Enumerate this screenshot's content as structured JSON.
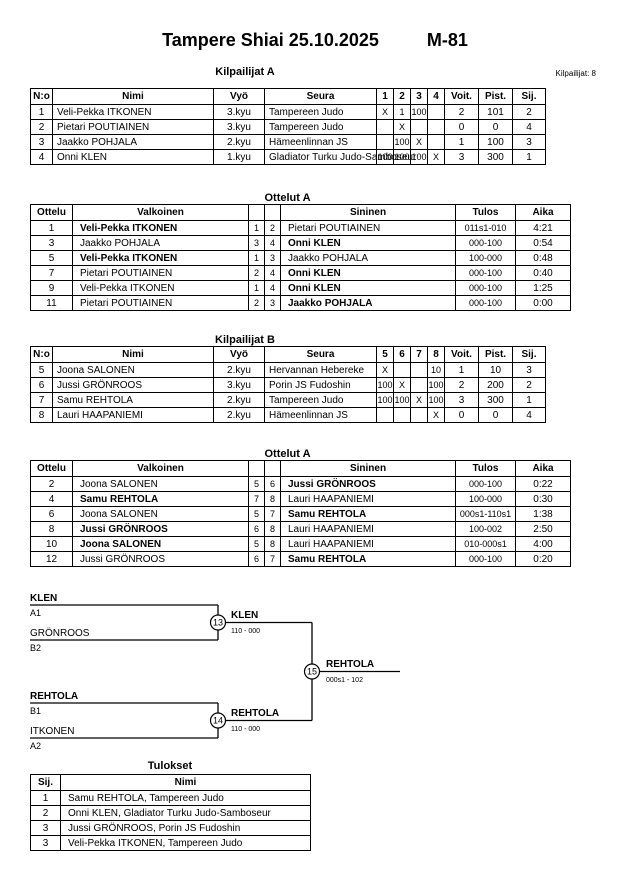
{
  "page": {
    "title": "Tampere Shiai  25.10.2025",
    "category": "M-81",
    "competitors_label": "Kilpailijat: 8"
  },
  "pool_a": {
    "heading": "Kilpailijat A",
    "headers": [
      "N:o",
      "Nimi",
      "Vyö",
      "Seura",
      "1",
      "2",
      "3",
      "4",
      "Voit.",
      "Pist.",
      "Sij."
    ],
    "rows": [
      {
        "no": "1",
        "name": "Veli-Pekka ITKONEN",
        "belt": "3.kyu",
        "club": "Tampereen Judo",
        "r1": "X",
        "r2": "1",
        "r3": "100",
        "r4": "",
        "voit": "2",
        "pist": "101",
        "sij": "2"
      },
      {
        "no": "2",
        "name": "Pietari POUTIAINEN",
        "belt": "3.kyu",
        "club": "Tampereen Judo",
        "r1": "",
        "r2": "X",
        "r3": "",
        "r4": "",
        "voit": "0",
        "pist": "0",
        "sij": "4"
      },
      {
        "no": "3",
        "name": "Jaakko POHJALA",
        "belt": "2.kyu",
        "club": "Hämeenlinnan JS",
        "r1": "",
        "r2": "100",
        "r3": "X",
        "r4": "",
        "voit": "1",
        "pist": "100",
        "sij": "3"
      },
      {
        "no": "4",
        "name": "Onni KLEN",
        "belt": "1.kyu",
        "club": "Gladiator Turku Judo-Samboseur",
        "r1": "100",
        "r2": "100",
        "r3": "100",
        "r4": "X",
        "voit": "3",
        "pist": "300",
        "sij": "1"
      }
    ]
  },
  "matches_a": {
    "heading": "Ottelut A",
    "headers": [
      "Ottelu",
      "Valkoinen",
      "",
      "",
      "Sininen",
      "Tulos",
      "Aika"
    ],
    "rows": [
      {
        "no": "1",
        "white": "Veli-Pekka ITKONEN",
        "white_bold": true,
        "white_no": "1",
        "blue_no": "2",
        "blue": "Pietari POUTIAINEN",
        "blue_bold": false,
        "result": "011s1-010",
        "time": "4:21"
      },
      {
        "no": "3",
        "white": "Jaakko POHJALA",
        "white_bold": false,
        "white_no": "3",
        "blue_no": "4",
        "blue": "Onni KLEN",
        "blue_bold": true,
        "result": "000-100",
        "time": "0:54"
      },
      {
        "no": "5",
        "white": "Veli-Pekka ITKONEN",
        "white_bold": true,
        "white_no": "1",
        "blue_no": "3",
        "blue": "Jaakko POHJALA",
        "blue_bold": false,
        "result": "100-000",
        "time": "0:48"
      },
      {
        "no": "7",
        "white": "Pietari POUTIAINEN",
        "white_bold": false,
        "white_no": "2",
        "blue_no": "4",
        "blue": "Onni KLEN",
        "blue_bold": true,
        "result": "000-100",
        "time": "0:40"
      },
      {
        "no": "9",
        "white": "Veli-Pekka ITKONEN",
        "white_bold": false,
        "white_no": "1",
        "blue_no": "4",
        "blue": "Onni KLEN",
        "blue_bold": true,
        "result": "000-100",
        "time": "1:25"
      },
      {
        "no": "11",
        "white": "Pietari POUTIAINEN",
        "white_bold": false,
        "white_no": "2",
        "blue_no": "3",
        "blue": "Jaakko POHJALA",
        "blue_bold": true,
        "result": "000-100",
        "time": "0:00"
      }
    ]
  },
  "pool_b": {
    "heading": "Kilpailijat B",
    "headers": [
      "N:o",
      "Nimi",
      "Vyö",
      "Seura",
      "5",
      "6",
      "7",
      "8",
      "Voit.",
      "Pist.",
      "Sij."
    ],
    "rows": [
      {
        "no": "5",
        "name": "Joona SALONEN",
        "belt": "2.kyu",
        "club": "Hervannan Hebereke",
        "r1": "X",
        "r2": "",
        "r3": "",
        "r4": "10",
        "voit": "1",
        "pist": "10",
        "sij": "3"
      },
      {
        "no": "6",
        "name": "Jussi GRÖNROOS",
        "belt": "3.kyu",
        "club": "Porin JS Fudoshin",
        "r1": "100",
        "r2": "X",
        "r3": "",
        "r4": "100",
        "voit": "2",
        "pist": "200",
        "sij": "2"
      },
      {
        "no": "7",
        "name": "Samu REHTOLA",
        "belt": "2.kyu",
        "club": "Tampereen Judo",
        "r1": "100",
        "r2": "100",
        "r3": "X",
        "r4": "100",
        "voit": "3",
        "pist": "300",
        "sij": "1"
      },
      {
        "no": "8",
        "name": "Lauri HAAPANIEMI",
        "belt": "2.kyu",
        "club": "Hämeenlinnan JS",
        "r1": "",
        "r2": "",
        "r3": "",
        "r4": "X",
        "voit": "0",
        "pist": "0",
        "sij": "4"
      }
    ]
  },
  "matches_b": {
    "heading": "Ottelut A",
    "headers": [
      "Ottelu",
      "Valkoinen",
      "",
      "",
      "Sininen",
      "Tulos",
      "Aika"
    ],
    "rows": [
      {
        "no": "2",
        "white": "Joona SALONEN",
        "white_bold": false,
        "white_no": "5",
        "blue_no": "6",
        "blue": "Jussi GRÖNROOS",
        "blue_bold": true,
        "result": "000-100",
        "time": "0:22"
      },
      {
        "no": "4",
        "white": "Samu REHTOLA",
        "white_bold": true,
        "white_no": "7",
        "blue_no": "8",
        "blue": "Lauri HAAPANIEMI",
        "blue_bold": false,
        "result": "100-000",
        "time": "0:30"
      },
      {
        "no": "6",
        "white": "Joona SALONEN",
        "white_bold": false,
        "white_no": "5",
        "blue_no": "7",
        "blue": "Samu REHTOLA",
        "blue_bold": true,
        "result": "000s1-110s1",
        "time": "1:38"
      },
      {
        "no": "8",
        "white": "Jussi GRÖNROOS",
        "white_bold": true,
        "white_no": "6",
        "blue_no": "8",
        "blue": "Lauri HAAPANIEMI",
        "blue_bold": false,
        "result": "100-002",
        "time": "2:50"
      },
      {
        "no": "10",
        "white": "Joona SALONEN",
        "white_bold": true,
        "white_no": "5",
        "blue_no": "8",
        "blue": "Lauri HAAPANIEMI",
        "blue_bold": false,
        "result": "010-000s1",
        "time": "4:00"
      },
      {
        "no": "12",
        "white": "Jussi GRÖNROOS",
        "white_bold": false,
        "white_no": "6",
        "blue_no": "7",
        "blue": "Samu REHTOLA",
        "blue_bold": true,
        "result": "000-100",
        "time": "0:20"
      }
    ]
  },
  "bracket": {
    "entries": [
      {
        "name": "KLEN",
        "seed": "A1",
        "bold": true
      },
      {
        "name": "GRÖNROOS",
        "seed": "B2",
        "bold": false
      },
      {
        "name": "REHTOLA",
        "seed": "B1",
        "bold": true
      },
      {
        "name": "ITKONEN",
        "seed": "A2",
        "bold": false
      }
    ],
    "semifinal_1": {
      "no": "13",
      "winner": "KLEN",
      "result": "110 - 000"
    },
    "semifinal_2": {
      "no": "14",
      "winner": "REHTOLA",
      "result": "110 - 000"
    },
    "final": {
      "no": "15",
      "winner": "REHTOLA",
      "result": "000s1 - 102"
    }
  },
  "results": {
    "heading": "Tulokset",
    "headers": [
      "Sij.",
      "Nimi"
    ],
    "rows": [
      {
        "place": "1",
        "name": "Samu REHTOLA, Tampereen Judo"
      },
      {
        "place": "2",
        "name": "Onni KLEN, Gladiator Turku Judo-Samboseur"
      },
      {
        "place": "3",
        "name": "Jussi GRÖNROOS, Porin JS Fudoshin"
      },
      {
        "place": "3",
        "name": "Veli-Pekka ITKONEN, Tampereen Judo"
      }
    ]
  }
}
